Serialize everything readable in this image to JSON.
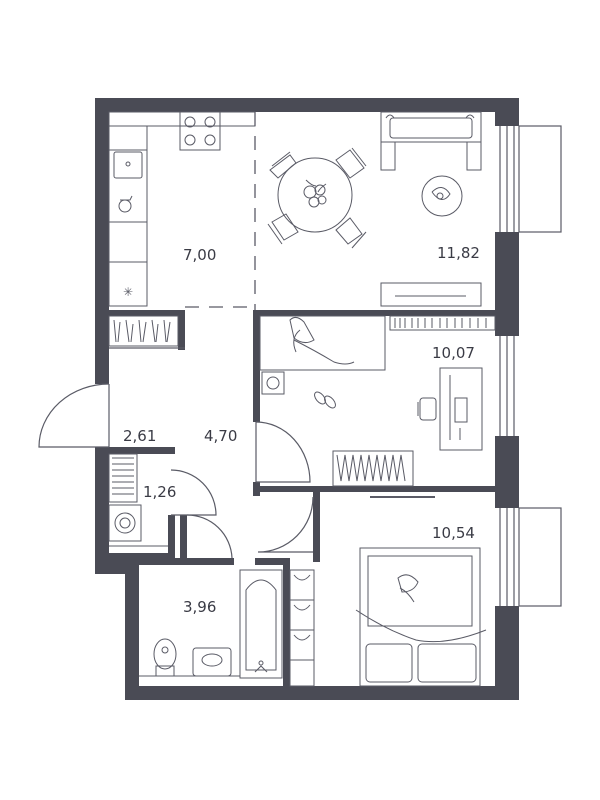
{
  "colors": {
    "wall": "#4a4b55",
    "line": "#5a5b66",
    "text": "#3a3b45",
    "background": "#ffffff"
  },
  "rooms": {
    "kitchen": {
      "area": "7,00"
    },
    "living": {
      "area": "11,82"
    },
    "bedroom_1": {
      "area": "10,07"
    },
    "hall": {
      "area": "2,61"
    },
    "corridor": {
      "area": "4,70"
    },
    "wc": {
      "area": "1,26"
    },
    "bathroom": {
      "area": "3,96"
    },
    "bedroom_2": {
      "area": "10,54"
    }
  }
}
